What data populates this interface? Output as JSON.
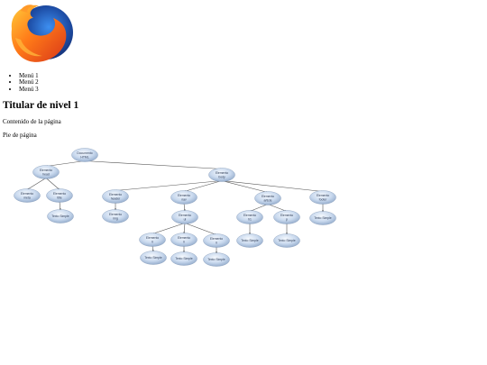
{
  "logo": {
    "name": "firefox-logo",
    "colors": {
      "flame": "#ff7a18",
      "globe": "#1e4fa8",
      "glow": "#ffcb3a"
    }
  },
  "menu": {
    "items": [
      "Menú 1",
      "Menú 2",
      "Menú 3"
    ]
  },
  "heading": "Titular de nivel 1",
  "content": "Contenido de la página",
  "footer": "Pie de página",
  "dom_tree": {
    "nodes": [
      {
        "id": "doc",
        "lines": [
          "Documento",
          "HTML"
        ]
      },
      {
        "id": "head",
        "lines": [
          "Elemento",
          "head"
        ]
      },
      {
        "id": "body",
        "lines": [
          "Elemento",
          "body"
        ]
      },
      {
        "id": "meta",
        "lines": [
          "Elemento",
          "meta"
        ]
      },
      {
        "id": "title",
        "lines": [
          "Elemento",
          "title"
        ]
      },
      {
        "id": "title-text",
        "lines": [
          "Texto Simple"
        ]
      },
      {
        "id": "header",
        "lines": [
          "Elemento",
          "header"
        ]
      },
      {
        "id": "img",
        "lines": [
          "Elemento",
          "img"
        ]
      },
      {
        "id": "nav",
        "lines": [
          "Elemento",
          "nav"
        ]
      },
      {
        "id": "ul",
        "lines": [
          "Elemento",
          "ul"
        ]
      },
      {
        "id": "li1",
        "lines": [
          "Elemento",
          "li"
        ]
      },
      {
        "id": "li2",
        "lines": [
          "Elemento",
          "li"
        ]
      },
      {
        "id": "li3",
        "lines": [
          "Elemento",
          "li"
        ]
      },
      {
        "id": "li1-text",
        "lines": [
          "Texto Simple"
        ]
      },
      {
        "id": "li2-text",
        "lines": [
          "Texto Simple"
        ]
      },
      {
        "id": "li3-text",
        "lines": [
          "Texto Simple"
        ]
      },
      {
        "id": "article",
        "lines": [
          "Elemento",
          "article"
        ]
      },
      {
        "id": "h1",
        "lines": [
          "Elemento",
          "h1"
        ]
      },
      {
        "id": "p",
        "lines": [
          "Elemento",
          "p"
        ]
      },
      {
        "id": "h1-text",
        "lines": [
          "Texto Simple"
        ]
      },
      {
        "id": "p-text",
        "lines": [
          "Texto Simple"
        ]
      },
      {
        "id": "footer",
        "lines": [
          "Elemento",
          "footer"
        ]
      },
      {
        "id": "footer-text",
        "lines": [
          "Texto Simple"
        ]
      }
    ],
    "edges": [
      [
        "doc",
        "head"
      ],
      [
        "doc",
        "body"
      ],
      [
        "head",
        "meta"
      ],
      [
        "head",
        "title"
      ],
      [
        "title",
        "title-text"
      ],
      [
        "body",
        "header"
      ],
      [
        "body",
        "nav"
      ],
      [
        "body",
        "article"
      ],
      [
        "body",
        "footer"
      ],
      [
        "header",
        "img"
      ],
      [
        "nav",
        "ul"
      ],
      [
        "ul",
        "li1"
      ],
      [
        "ul",
        "li2"
      ],
      [
        "ul",
        "li3"
      ],
      [
        "li1",
        "li1-text"
      ],
      [
        "li2",
        "li2-text"
      ],
      [
        "li3",
        "li3-text"
      ],
      [
        "article",
        "h1"
      ],
      [
        "article",
        "p"
      ],
      [
        "h1",
        "h1-text"
      ],
      [
        "p",
        "p-text"
      ],
      [
        "footer",
        "footer-text"
      ]
    ]
  }
}
